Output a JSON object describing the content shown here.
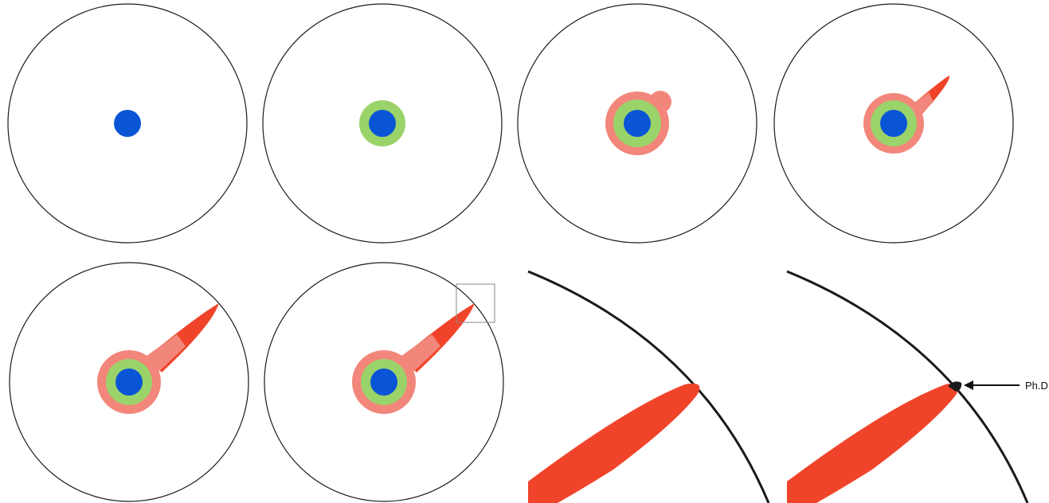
{
  "colors": {
    "outline": "#1a1a1a",
    "core": "#0a55d6",
    "ring_inner": "#9ad36a",
    "ring_outer": "#f2867a",
    "spike": "#f0442a",
    "zoom_box": "#888888"
  },
  "panels": [
    {
      "id": "stage-1",
      "layers": [
        "core"
      ]
    },
    {
      "id": "stage-2",
      "layers": [
        "core",
        "ring_inner"
      ]
    },
    {
      "id": "stage-3",
      "layers": [
        "core",
        "ring_inner",
        "ring_outer",
        "bump"
      ]
    },
    {
      "id": "stage-4",
      "layers": [
        "core",
        "ring_inner",
        "ring_outer",
        "spike"
      ]
    },
    {
      "id": "stage-5",
      "layers": [
        "core",
        "ring_inner",
        "ring_outer",
        "spike"
      ]
    },
    {
      "id": "stage-6",
      "layers": [
        "core",
        "ring_inner",
        "ring_outer",
        "spike",
        "zoom_box"
      ]
    },
    {
      "id": "zoom-1",
      "layers": [
        "arc",
        "spike"
      ]
    },
    {
      "id": "zoom-2",
      "layers": [
        "arc",
        "spike",
        "arrow"
      ]
    }
  ],
  "annotation": {
    "label": "Ph.D"
  }
}
